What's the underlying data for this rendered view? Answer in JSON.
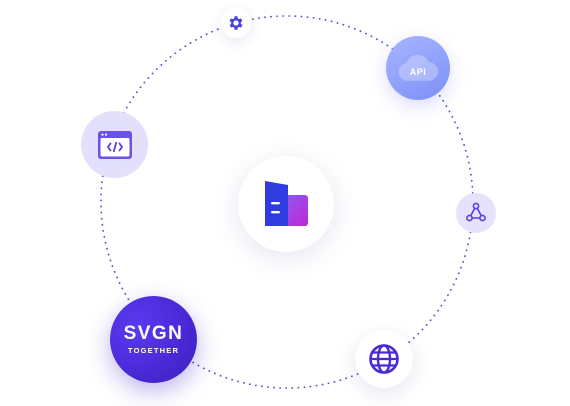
{
  "api_badge": {
    "label": "API"
  },
  "brand_badge": {
    "main": "SVGN",
    "sub": "TOGETHER"
  },
  "colors": {
    "accent": "#4f46e5",
    "orbit": "#5b54c9",
    "brand": "#4a2ad8",
    "api_cloud": "#8a9bf8"
  },
  "icons": [
    "gear-icon",
    "cloud-icon",
    "code-window-icon",
    "share-nodes-icon",
    "globe-icon",
    "logo-icon"
  ]
}
